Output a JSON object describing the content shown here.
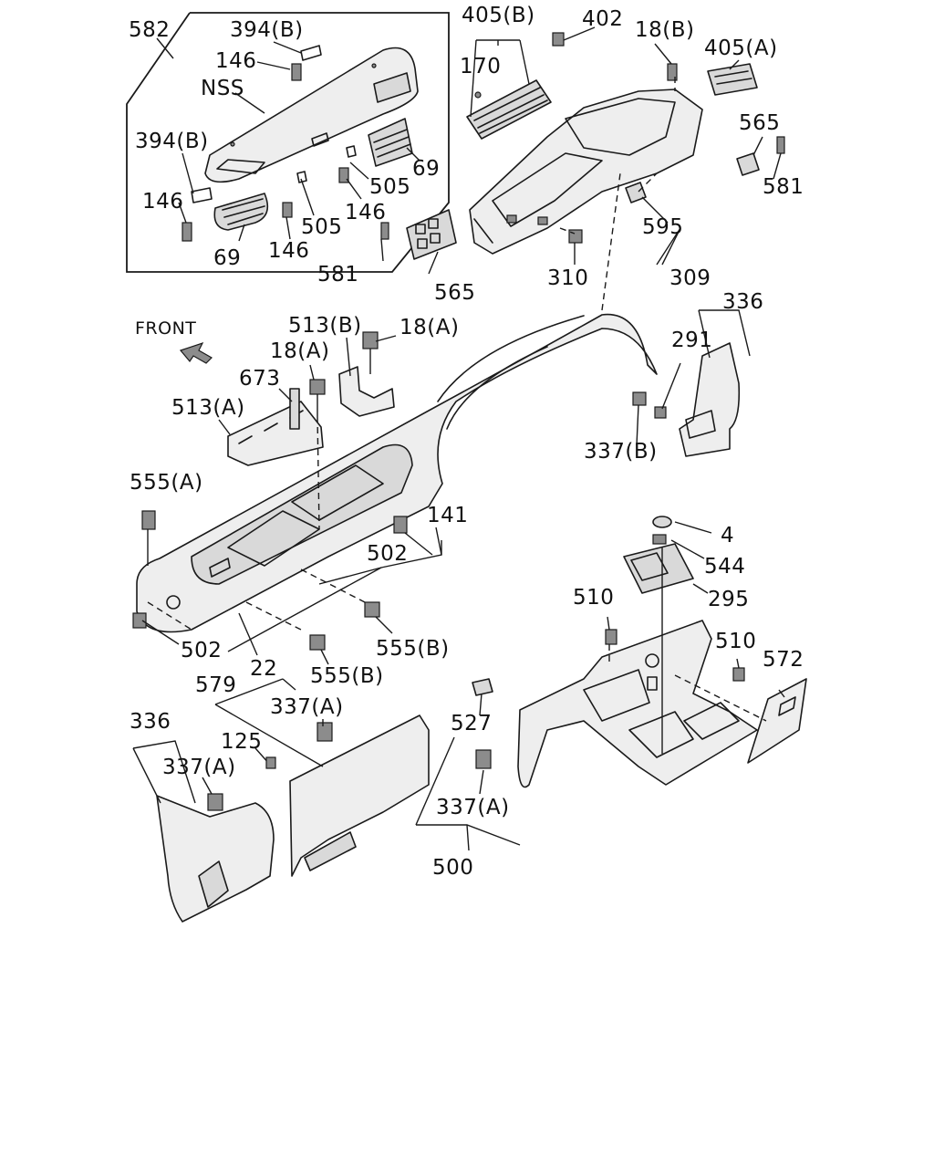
{
  "diagram": {
    "front_label": "FRONT",
    "nss_label": "NSS",
    "labels": {
      "l582": "582",
      "l394b_top": "394(B)",
      "l146_a": "146",
      "l394b_left": "394(B)",
      "l146_b": "146",
      "l69_a": "69",
      "l146_c": "146",
      "l505_a": "505",
      "l69_b": "69",
      "l505_b": "505",
      "l146_d": "146",
      "l405b": "405(B)",
      "l402": "402",
      "l18b": "18(B)",
      "l405a": "405(A)",
      "l170": "170",
      "l565_a": "565",
      "l581_a": "581",
      "l595": "595",
      "l581_b": "581",
      "l565_b": "565",
      "l310": "310",
      "l309": "309",
      "l513b": "513(B)",
      "l18a_a": "18(A)",
      "l18a_b": "18(A)",
      "l673": "673",
      "l513a": "513(A)",
      "l336_a": "336",
      "l291": "291",
      "l337b": "337(B)",
      "l555a": "555(A)",
      "l141": "141",
      "l502_a": "502",
      "l502_b": "502",
      "l22": "22",
      "l555b_a": "555(B)",
      "l555b_b": "555(B)",
      "l4": "4",
      "l544": "544",
      "l295": "295",
      "l510_a": "510",
      "l510_b": "510",
      "l572": "572",
      "l579": "579",
      "l337a_a": "337(A)",
      "l336_b": "336",
      "l125": "125",
      "l337a_b": "337(A)",
      "l527": "527",
      "l337a_c": "337(A)",
      "l500": "500"
    }
  }
}
